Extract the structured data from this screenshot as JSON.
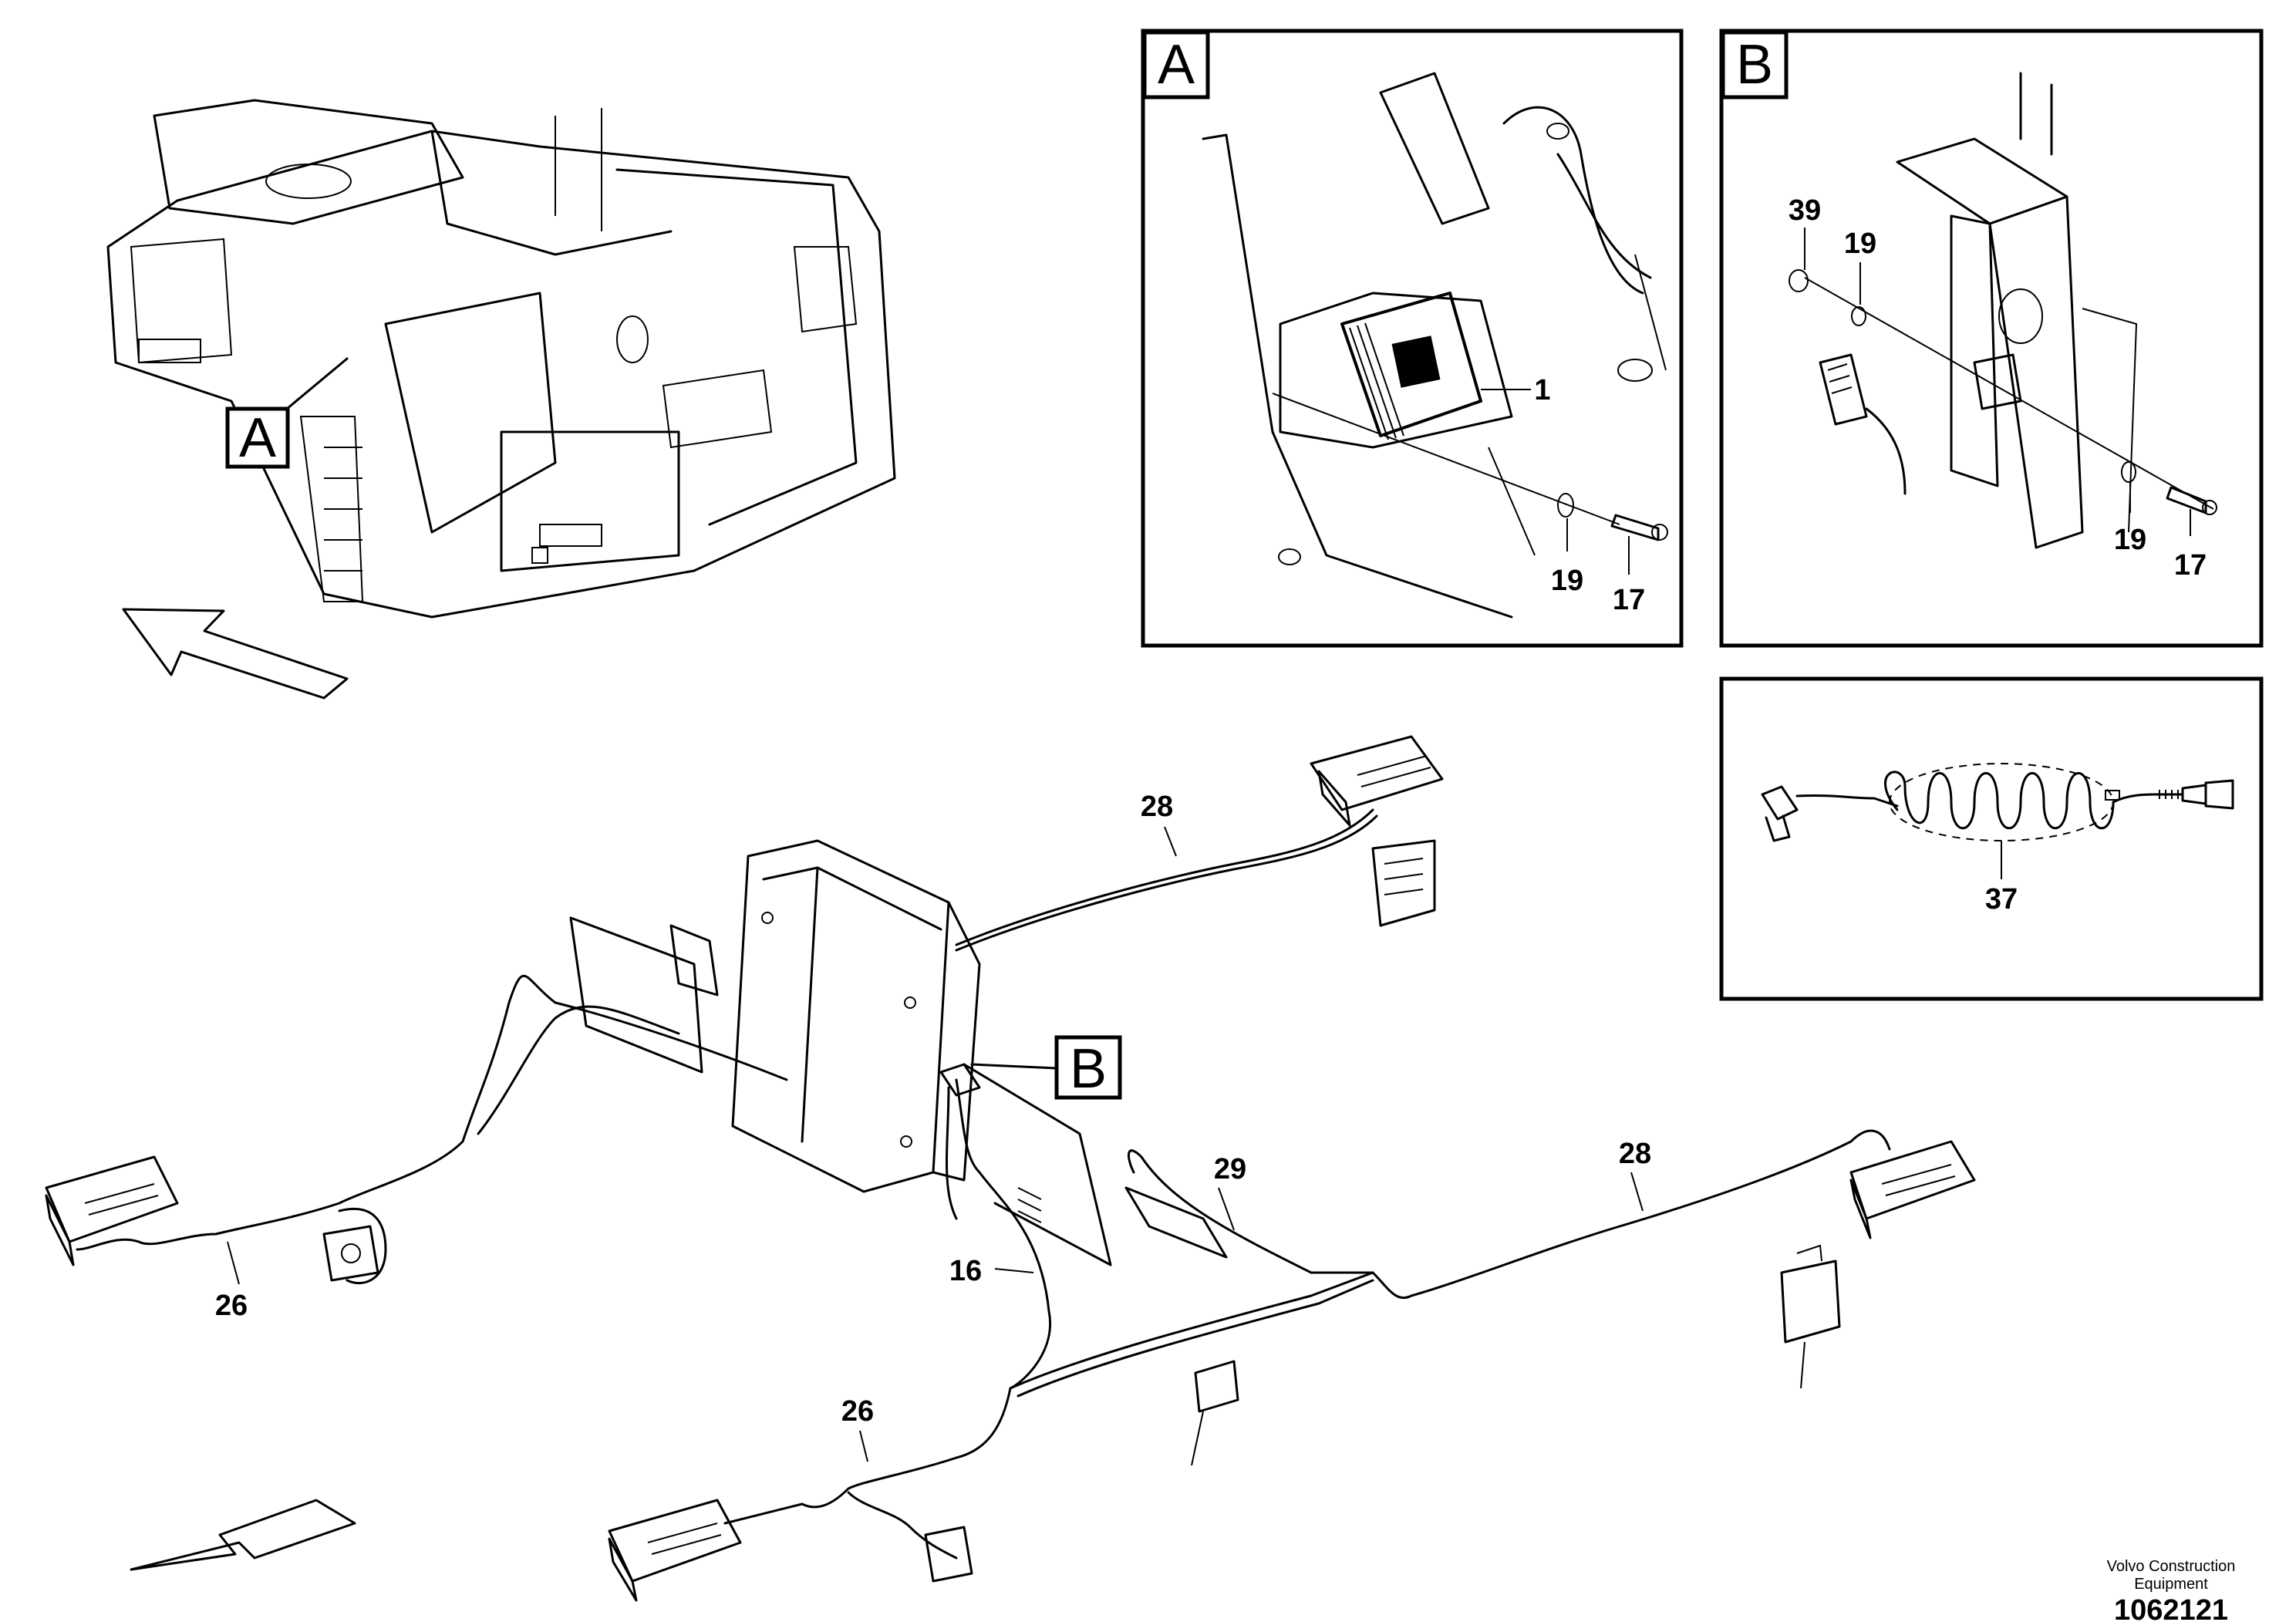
{
  "detail_labels": {
    "a_main": "A",
    "a_panel": "A",
    "b_panel": "B",
    "b_main": "B"
  },
  "callouts": {
    "a_1": "1",
    "a_19": "19",
    "a_17": "17",
    "b_39": "39",
    "b_19_top": "19",
    "b_19_bottom": "19",
    "b_17": "17",
    "c_37": "37",
    "m_28_top": "28",
    "m_28_right": "28",
    "m_29": "29",
    "m_16": "16",
    "m_26_left": "26",
    "m_26_bottom": "26"
  },
  "footer": {
    "company_line1": "Volvo Construction",
    "company_line2": "Equipment",
    "drawing_number": "1062121"
  },
  "icons": [
    "direction-arrow-icon",
    "connector-icon",
    "coiled-cable-icon",
    "control-unit-icon"
  ]
}
